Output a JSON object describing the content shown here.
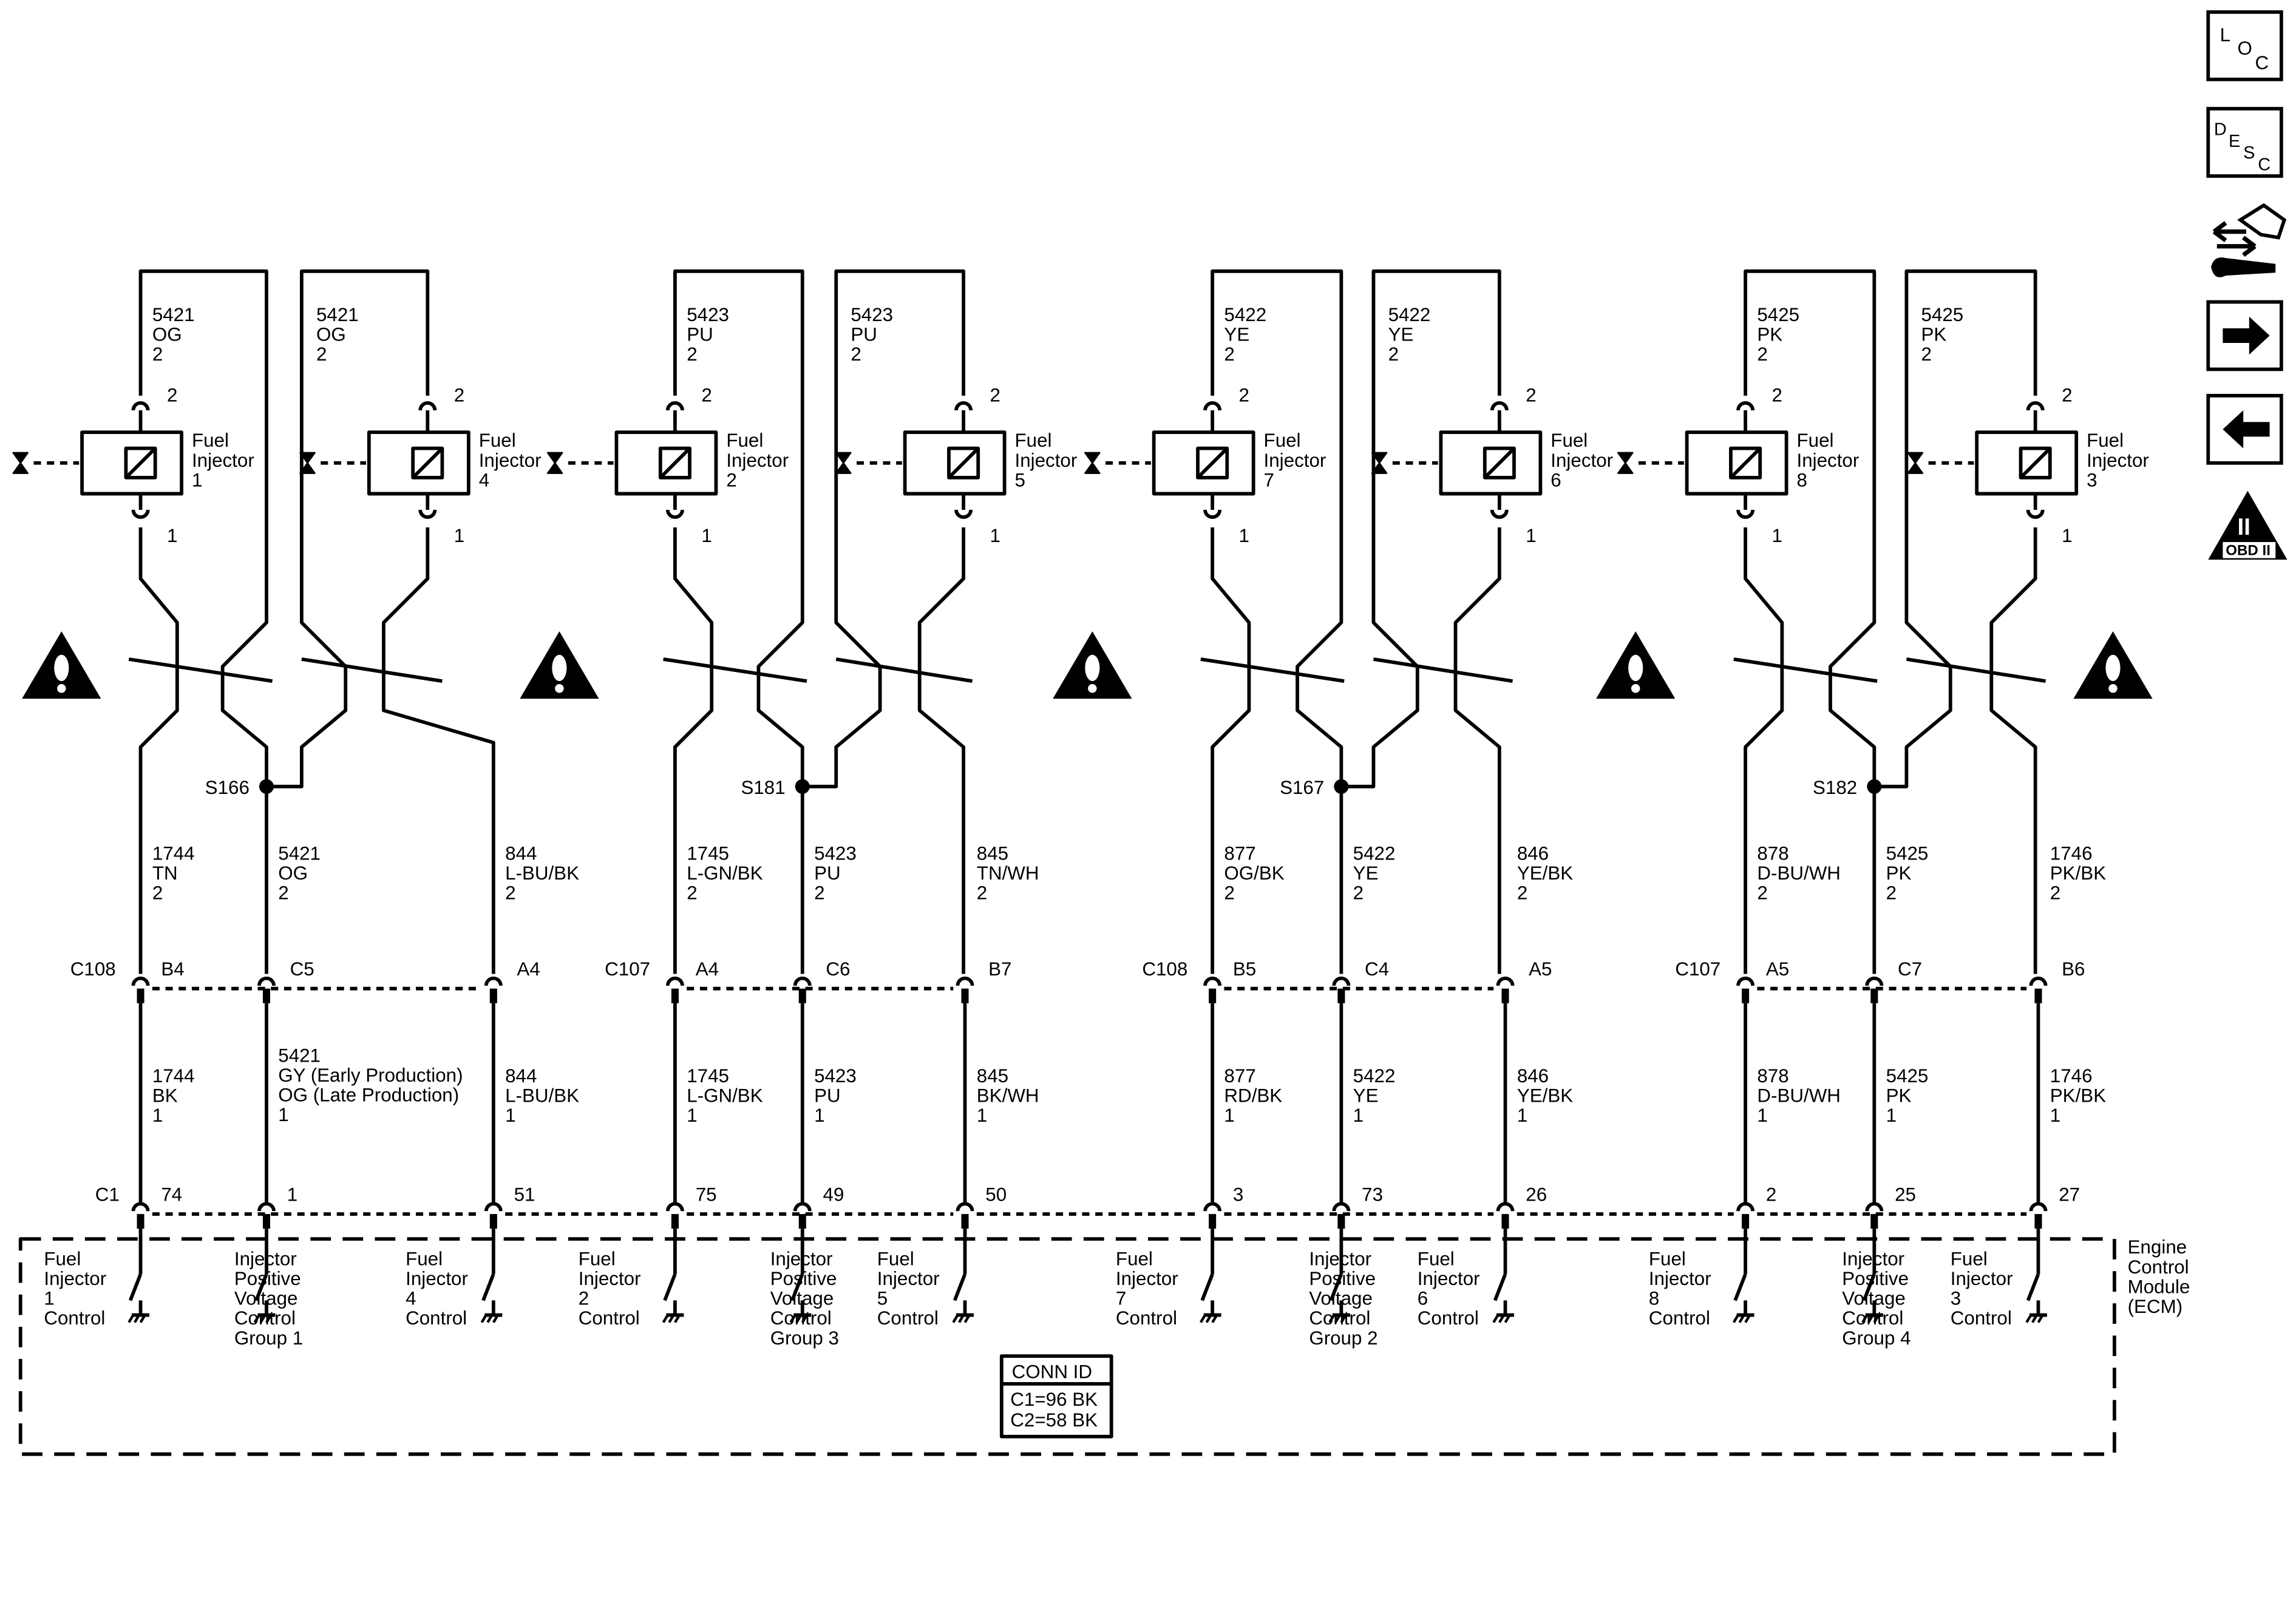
{
  "nav": {
    "loc": [
      "L",
      "O",
      "C"
    ],
    "desc": [
      "D",
      "E",
      "S",
      "C"
    ],
    "obd_mark": "II",
    "obd_label": "OBD II"
  },
  "ecm": {
    "label": [
      "Engine",
      "Control",
      "Module",
      "(ECM)"
    ]
  },
  "conn_id": {
    "title": "CONN ID",
    "lines": [
      "C1=96 BK",
      "C2=58 BK"
    ]
  },
  "groups": [
    {
      "splice": "S166",
      "inline": "C108",
      "ecm_conn": "C1",
      "inj_a": {
        "num": "1",
        "top_wire": [
          "5421",
          "OG",
          "2"
        ]
      },
      "inj_b": {
        "num": "4",
        "top_wire": [
          "5421",
          "OG",
          "2"
        ]
      },
      "mid_wires": [
        [
          "1744",
          "TN",
          "2"
        ],
        [
          "5421",
          "OG",
          "2"
        ],
        [
          "844",
          "L-BU/BK",
          "2"
        ]
      ],
      "inline_pins": [
        "B4",
        "C5",
        "A4"
      ],
      "low_wires": [
        [
          "1744",
          "BK",
          "1"
        ],
        [
          "5421",
          "GY (Early Production)",
          "OG (Late Production)",
          "1"
        ],
        [
          "844",
          "L-BU/BK",
          "1"
        ]
      ],
      "ecm_pins": [
        "74",
        "1",
        "51"
      ],
      "ecm_labels": [
        [
          "Fuel",
          "Injector",
          "1",
          "Control"
        ],
        [
          "Injector",
          "Positive",
          "Voltage",
          "Control",
          "Group 1"
        ],
        [
          "Fuel",
          "Injector",
          "4",
          "Control"
        ]
      ]
    },
    {
      "splice": "S181",
      "inline": "C107",
      "ecm_conn": "",
      "inj_a": {
        "num": "2",
        "top_wire": [
          "5423",
          "PU",
          "2"
        ]
      },
      "inj_b": {
        "num": "5",
        "top_wire": [
          "5423",
          "PU",
          "2"
        ]
      },
      "mid_wires": [
        [
          "1745",
          "L-GN/BK",
          "2"
        ],
        [
          "5423",
          "PU",
          "2"
        ],
        [
          "845",
          "TN/WH",
          "2"
        ]
      ],
      "inline_pins": [
        "A4",
        "C6",
        "B7"
      ],
      "low_wires": [
        [
          "1745",
          "L-GN/BK",
          "1"
        ],
        [
          "5423",
          "PU",
          "1"
        ],
        [
          "845",
          "BK/WH",
          "1"
        ]
      ],
      "ecm_pins": [
        "75",
        "49",
        "50"
      ],
      "ecm_labels": [
        [
          "Fuel",
          "Injector",
          "2",
          "Control"
        ],
        [
          "Injector",
          "Positive",
          "Voltage",
          "Control",
          "Group 3"
        ],
        [
          "Fuel",
          "Injector",
          "5",
          "Control"
        ]
      ]
    },
    {
      "splice": "S167",
      "inline": "C108",
      "ecm_conn": "",
      "inj_a": {
        "num": "7",
        "top_wire": [
          "5422",
          "YE",
          "2"
        ]
      },
      "inj_b": {
        "num": "6",
        "top_wire": [
          "5422",
          "YE",
          "2"
        ]
      },
      "mid_wires": [
        [
          "877",
          "OG/BK",
          "2"
        ],
        [
          "5422",
          "YE",
          "2"
        ],
        [
          "846",
          "YE/BK",
          "2"
        ]
      ],
      "inline_pins": [
        "B5",
        "C4",
        "A5"
      ],
      "low_wires": [
        [
          "877",
          "RD/BK",
          "1"
        ],
        [
          "5422",
          "YE",
          "1"
        ],
        [
          "846",
          "YE/BK",
          "1"
        ]
      ],
      "ecm_pins": [
        "3",
        "73",
        "26"
      ],
      "ecm_labels": [
        [
          "Fuel",
          "Injector",
          "7",
          "Control"
        ],
        [
          "Injector",
          "Positive",
          "Voltage",
          "Control",
          "Group 2"
        ],
        [
          "Fuel",
          "Injector",
          "6",
          "Control"
        ]
      ]
    },
    {
      "splice": "S182",
      "inline": "C107",
      "ecm_conn": "",
      "inj_a": {
        "num": "8",
        "top_wire": [
          "5425",
          "PK",
          "2"
        ]
      },
      "inj_b": {
        "num": "3",
        "top_wire": [
          "5425",
          "PK",
          "2"
        ]
      },
      "mid_wires": [
        [
          "878",
          "D-BU/WH",
          "2"
        ],
        [
          "5425",
          "PK",
          "2"
        ],
        [
          "1746",
          "PK/BK",
          "2"
        ]
      ],
      "inline_pins": [
        "A5",
        "C7",
        "B6"
      ],
      "low_wires": [
        [
          "878",
          "D-BU/WH",
          "1"
        ],
        [
          "5425",
          "PK",
          "1"
        ],
        [
          "1746",
          "PK/BK",
          "1"
        ]
      ],
      "ecm_pins": [
        "2",
        "25",
        "27"
      ],
      "ecm_labels": [
        [
          "Fuel",
          "Injector",
          "8",
          "Control"
        ],
        [
          "Injector",
          "Positive",
          "Voltage",
          "Control",
          "Group 4"
        ],
        [
          "Fuel",
          "Injector",
          "3",
          "Control"
        ]
      ]
    }
  ],
  "injector": {
    "word1": "Fuel",
    "word2": "Injector",
    "pin_top": "2",
    "pin_bottom": "1"
  }
}
